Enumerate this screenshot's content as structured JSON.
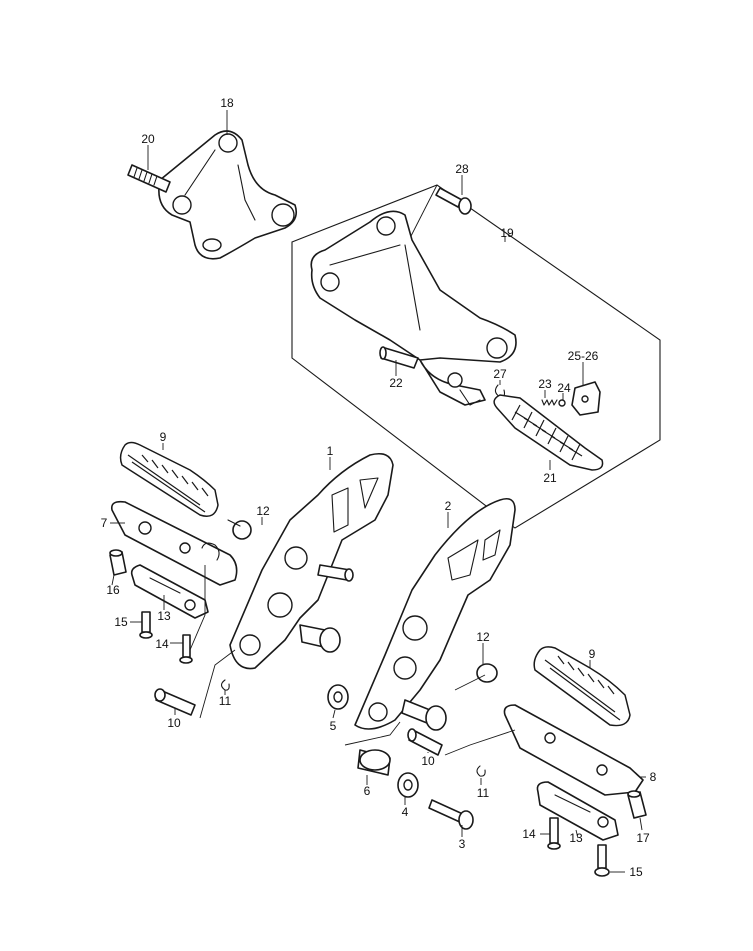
{
  "callouts": {
    "c1": "1",
    "c2": "2",
    "c3": "3",
    "c4": "4",
    "c5": "5",
    "c6": "6",
    "c7": "7",
    "c8": "8",
    "c9a": "9",
    "c9b": "9",
    "c10a": "10",
    "c10b": "10",
    "c11a": "11",
    "c11b": "11",
    "c12a": "12",
    "c12b": "12",
    "c13a": "13",
    "c13b": "13",
    "c14a": "14",
    "c14b": "14",
    "c15a": "15",
    "c15b": "15",
    "c16": "16",
    "c17": "17",
    "c18": "18",
    "c19": "19",
    "c20": "20",
    "c21": "21",
    "c22": "22",
    "c23": "23",
    "c24": "24",
    "c2526": "25-26",
    "c27": "27",
    "c28": "28"
  },
  "colors": {
    "line": "#1a1a1a",
    "background": "#ffffff"
  }
}
